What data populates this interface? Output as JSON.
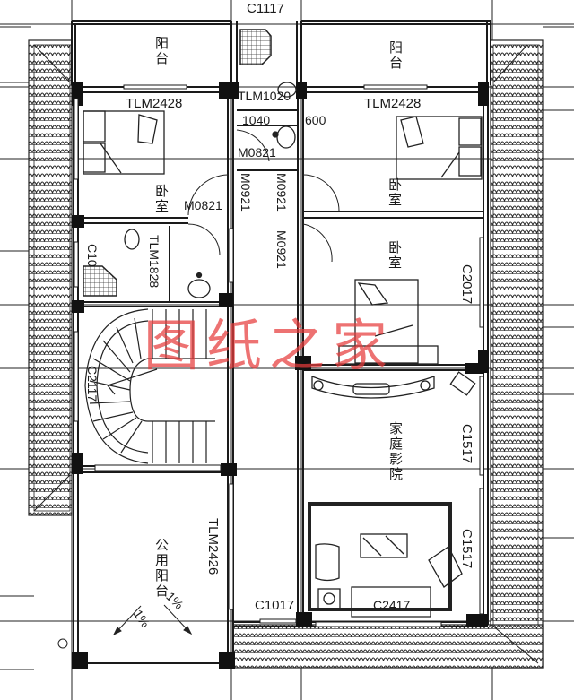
{
  "drawing": {
    "type": "floor-plan",
    "watermark": "图纸之家",
    "rooms": {
      "balcony_left": "阳台",
      "balcony_right": "阳台",
      "bedroom_left": "卧室",
      "bedroom_right_top": "卧室",
      "bedroom_right_mid": "卧室",
      "home_theater": "家庭影院",
      "public_balcony": "公用阳台"
    },
    "window_labels": {
      "top_center": "C1117",
      "right_bedroom": "C2017",
      "right_theater_1": "C1517",
      "right_theater_2": "C1517",
      "bottom_theater": "C1017",
      "sofa_area": "C2417",
      "stair": "C2117",
      "bath_left": "C10"
    },
    "door_labels": {
      "left_bedroom_slide": "TLM2428",
      "right_bedroom_slide": "TLM2428",
      "center_slide": "TLM1020",
      "bath_slide": "TLM1828",
      "public_balcony_slide": "TLM2426",
      "door_m0821_a": "M0821",
      "door_m0821_b": "M0821",
      "door_m0921_a": "M0921",
      "door_m0921_b": "M0921",
      "door_m0921_c": "M0921"
    },
    "dimensions": {
      "d1040": "1040",
      "d600": "600"
    },
    "slopes": {
      "slope_a": "1%",
      "slope_b": "1%"
    },
    "colors": {
      "line": "#1a1a1a",
      "wall_fill": "#111111",
      "roof_tile": "#222222",
      "watermark": "#e63c3c",
      "background": "#ffffff"
    }
  }
}
